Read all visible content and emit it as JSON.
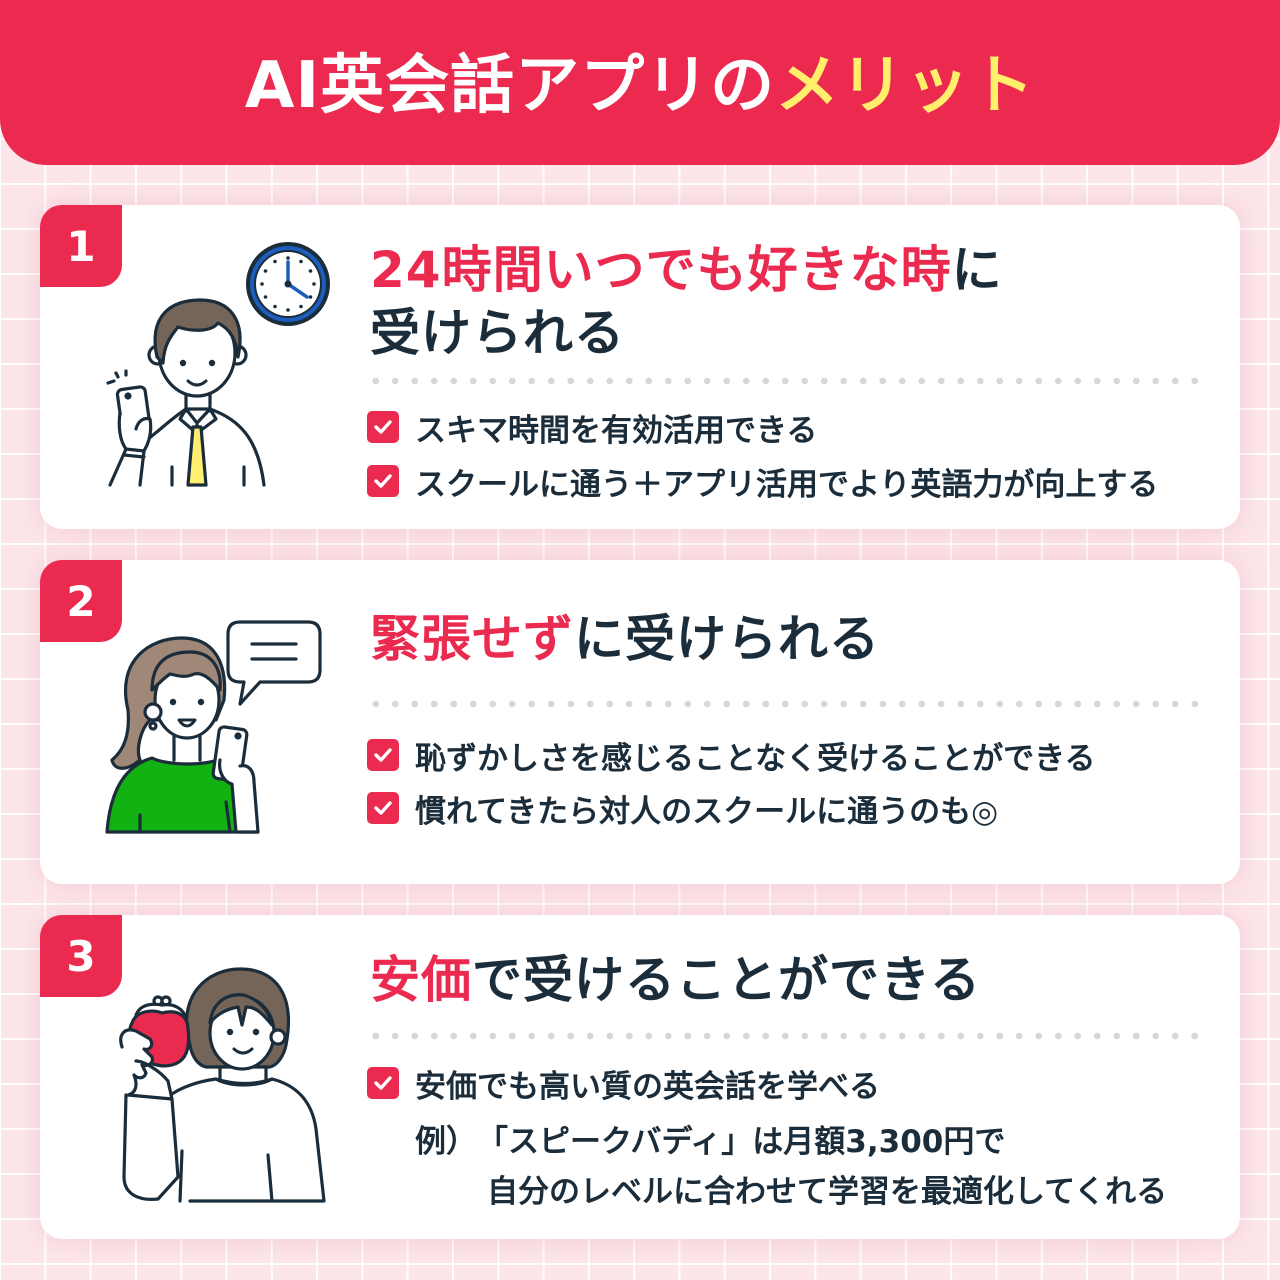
{
  "header": {
    "title_main": "AI英会話アプリの",
    "title_accent": "メリット"
  },
  "colors": {
    "accent_red": "#EB2A50",
    "accent_yellow": "#FFEF6B",
    "text_dark": "#1B2D3B",
    "background": "#FCE6EA",
    "sweater_green": "#12B212",
    "clock_blue": "#1C5DBD"
  },
  "cards": [
    {
      "number": "1",
      "illustration": "man-with-smartphone-and-clock",
      "title_lines": [
        {
          "highlight": "24時間いつでも好きな時",
          "rest": "に"
        },
        {
          "highlight": "",
          "rest": "受けられる"
        }
      ],
      "items": [
        {
          "icon": "check-icon",
          "text": "スキマ時間を有効活用できる"
        },
        {
          "icon": "check-icon",
          "text": "スクールに通う＋アプリ活用でより英語力が向上する"
        }
      ]
    },
    {
      "number": "2",
      "illustration": "woman-with-smartphone-and-speech-bubble",
      "title": {
        "highlight": "緊張せず",
        "rest": "に受けられる"
      },
      "items": [
        {
          "icon": "check-icon",
          "text": "恥ずかしさを感じることなく受けることができる"
        },
        {
          "icon": "check-icon",
          "text": "慣れてきたら対人のスクールに通うのも◎"
        }
      ]
    },
    {
      "number": "3",
      "illustration": "woman-holding-coin-purse",
      "title": {
        "highlight": "安価",
        "rest": "で受けることができる"
      },
      "items": [
        {
          "icon": "check-icon",
          "text": "安価でも高い質の英会話を学べる"
        }
      ],
      "note": {
        "prefix": "例）",
        "line1": "「スピークバディ」は月額3,300円で",
        "line2": "自分のレベルに合わせて学習を最適化してくれる"
      }
    }
  ]
}
